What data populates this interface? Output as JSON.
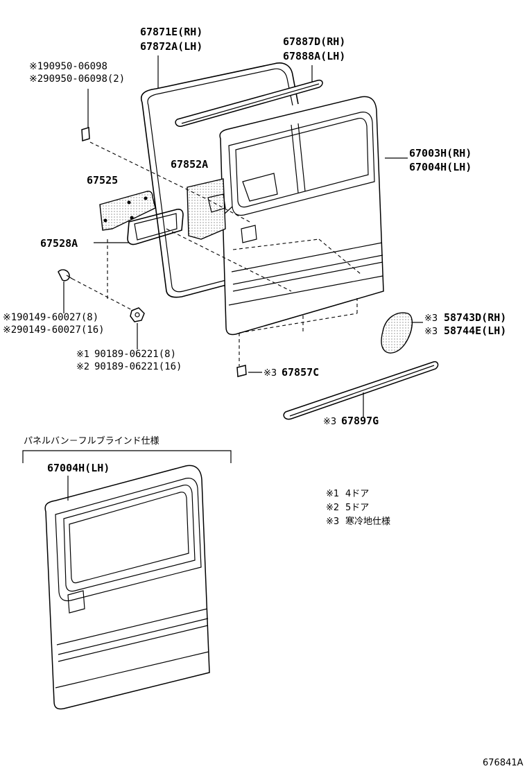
{
  "labels": {
    "p67871E": "67871E(RH)",
    "p67872A": "67872A(LH)",
    "p67887D": "67887D(RH)",
    "p67888A": "67888A(LH)",
    "p90950_1": "※190950-06098",
    "p90950_2": "※290950-06098(2)",
    "p67003H": "67003H(RH)",
    "p67004H": "67004H(LH)",
    "p67852A": "67852A",
    "p67525": "67525",
    "p67528A": "67528A",
    "p90149_1": "※190149-60027(8)",
    "p90149_2": "※290149-60027(16)",
    "p90189_1m": "※1",
    "p90189_1": "90189-06221(8)",
    "p90189_2m": "※2",
    "p90189_2": "90189-06221(16)",
    "p58743D_m": "※3",
    "p58743D": "58743D(RH)",
    "p58744E_m": "※3",
    "p58744E": "58744E(LH)",
    "p67857C_m": "※3",
    "p67857C": "67857C",
    "p67897G_m": "※3",
    "p67897G": "67897G",
    "variant_title": "パネルバン－フルブラインド仕様",
    "variant_part": "67004H(LH)",
    "legend": [
      {
        "mark": "※1",
        "text": "4ドア"
      },
      {
        "mark": "※2",
        "text": "5ドア"
      },
      {
        "mark": "※3",
        "text": "寒冷地仕様"
      }
    ],
    "catalog_no": "676841A"
  }
}
